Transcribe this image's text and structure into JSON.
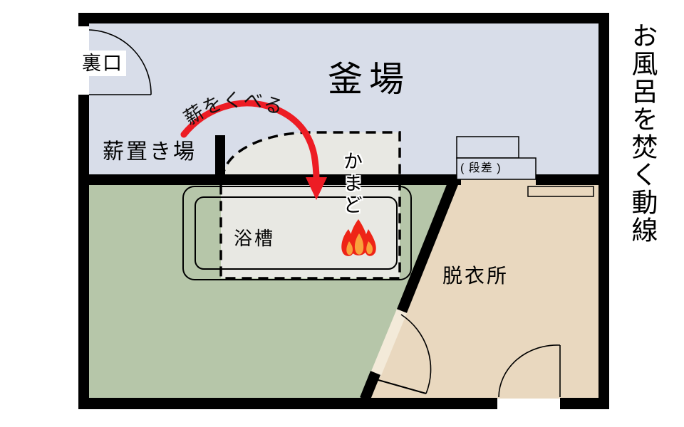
{
  "title": "お風呂を焚く動線",
  "rooms": {
    "boiler_room": "釜場",
    "wood_storage": "薪置き場",
    "back_door": "裏口",
    "bathtub": "浴槽",
    "kamado": "かまど",
    "dressing_room": "脱衣所",
    "step": "( 段差 )"
  },
  "annotations": {
    "feed_wood": "薪をくべる"
  },
  "colors": {
    "wall": "#000000",
    "boiler_room_fill": "#d8dde9",
    "bathroom_fill": "#b6c6a9",
    "dressing_room_fill": "#e9d8bf",
    "door_threshold_fill": "#f3ead9",
    "kamado_zone_fill": "#e8e8e3",
    "arrow_red": "#ed1c24",
    "flame_red": "#ee2417",
    "flame_orange": "#f9a23c"
  }
}
